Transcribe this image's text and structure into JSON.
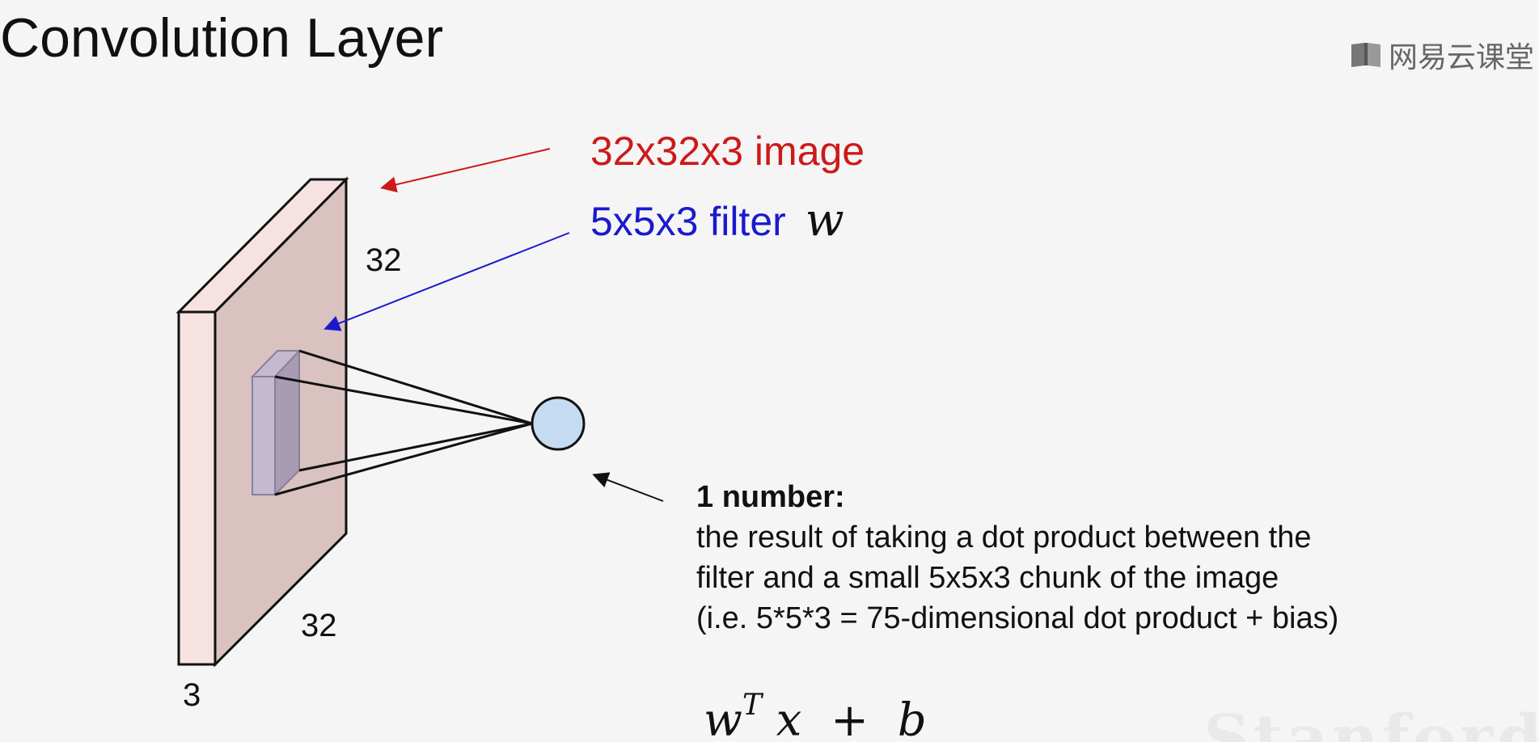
{
  "title": "Convolution Layer",
  "watermark": {
    "icon": "book-icon",
    "text": "网易云课堂"
  },
  "labels": {
    "image": "32x32x3 image",
    "filter": "5x5x3 filter",
    "filter_var": "w"
  },
  "dimensions": {
    "height": "32",
    "width": "32",
    "depth": "3"
  },
  "explanation": {
    "heading": "1 number:",
    "lines": [
      "the result of taking a dot product between the",
      "filter and a small 5x5x3 chunk of the image",
      "(i.e. 5*5*3 = 75-dimensional dot product + bias)"
    ]
  },
  "formula": {
    "w": "w",
    "sup": "T",
    "x": "x",
    "op": "+",
    "b": "b"
  },
  "footer_watermark": "Stanford",
  "colors": {
    "image_label": "#cc1a1a",
    "filter_label": "#1a1acc",
    "volume_front": "#d9c2c0",
    "volume_side": "#f6e2e0",
    "filter_front": "#a79cb4",
    "filter_side": "#c3bad0",
    "neuron": "#c5dbf2"
  }
}
